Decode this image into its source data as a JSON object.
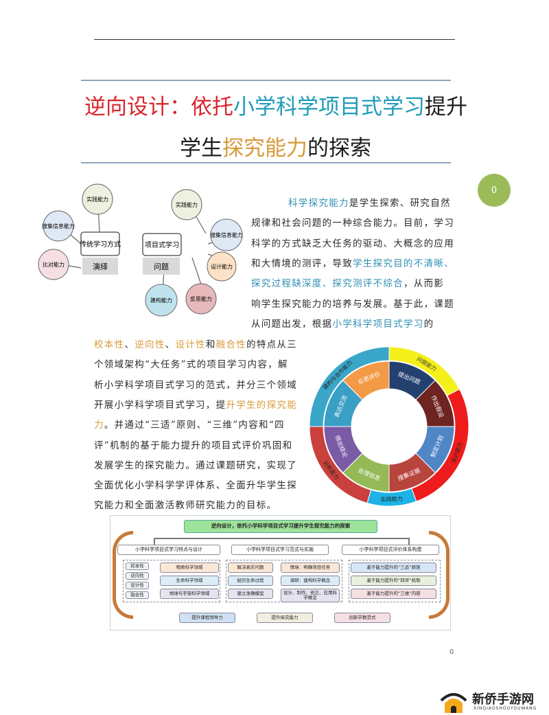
{
  "title": {
    "line1": [
      {
        "t": "逆向设计：依托",
        "c": "red"
      },
      {
        "t": "小学科学项目式学习",
        "c": "teal"
      },
      {
        "t": "提升",
        "c": ""
      }
    ],
    "line2": [
      {
        "t": "学生",
        "c": ""
      },
      {
        "t": "探究能力",
        "c": "orange"
      },
      {
        "t": "的探索",
        "c": ""
      }
    ]
  },
  "page_badge": "0",
  "page_number": "0",
  "body_right": [
    [
      {
        "t": "科学探究能力",
        "c": "blue"
      },
      {
        "t": "是学生探索、研究自然",
        "c": ""
      }
    ],
    [
      {
        "t": "规律和社会问题的一种综合能力。目前，学习",
        "c": ""
      }
    ],
    [
      {
        "t": "科学的方式缺乏大任务的驱动、大概念的应用",
        "c": ""
      }
    ],
    [
      {
        "t": "和大情境的测评，导致",
        "c": ""
      },
      {
        "t": "学生探究目的不清晰、",
        "c": "blue"
      }
    ],
    [
      {
        "t": "探究过程缺深度、探究测评不综合",
        "c": "blue"
      },
      {
        "t": "，从而影",
        "c": ""
      }
    ],
    [
      {
        "t": "响学生探究能力的培养与发展。基于此，课题",
        "c": ""
      }
    ],
    [
      {
        "t": "从问题出发，根据",
        "c": ""
      },
      {
        "t": "小学科学项目式学习",
        "c": "blue"
      },
      {
        "t": "的",
        "c": ""
      }
    ]
  ],
  "body_left": [
    [
      {
        "t": "校本性",
        "c": "orange"
      },
      {
        "t": "、",
        "c": ""
      },
      {
        "t": "逆向性",
        "c": "orange"
      },
      {
        "t": "、",
        "c": ""
      },
      {
        "t": "设计性",
        "c": "orange"
      },
      {
        "t": "和",
        "c": ""
      },
      {
        "t": "融合性",
        "c": "orange"
      },
      {
        "t": "的特点从三",
        "c": ""
      }
    ],
    [
      {
        "t": "个领域架构“大任务”式的项目学习内容，解",
        "c": ""
      }
    ],
    [
      {
        "t": "析小学科学项目式学习的范式，并分三个领域",
        "c": ""
      }
    ],
    [
      {
        "t": "开展小学科学项目式学习，提",
        "c": ""
      },
      {
        "t": "升学生的探究能",
        "c": "orange"
      }
    ],
    [
      {
        "t": "力",
        "c": "orange"
      },
      {
        "t": "。并通过“三适”原则、“三维”内容和“四",
        "c": ""
      }
    ],
    [
      {
        "t": "评”机制的基于能力提升的项目式评价巩固和",
        "c": ""
      }
    ],
    [
      {
        "t": "发展学生的探究能力。通过课题研究，实现了",
        "c": ""
      }
    ],
    [
      {
        "t": "全面优化小学科学学评体系、全面升华学生探",
        "c": ""
      }
    ],
    [
      {
        "t": "究能力和全面激活教师研究能力的目标。",
        "c": ""
      }
    ]
  ],
  "mindmap_traditional": {
    "center": "传统学习方式",
    "tag": "演绎",
    "nodes": [
      "实践能力",
      "搜集信息能力",
      "比对能力"
    ]
  },
  "mindmap_project": {
    "center": "项目式学习",
    "tag": "问题",
    "nodes": [
      "实践能力",
      "搜集信息能力",
      "设计能力",
      "反思能力",
      "建构能力"
    ]
  },
  "wheel": {
    "inner": [
      {
        "label": "提出问题",
        "color": "#23406e"
      },
      {
        "label": "作出假设",
        "color": "#6e2420"
      },
      {
        "label": "制定计划",
        "color": "#4f86c6"
      },
      {
        "label": "搜集证据",
        "color": "#b8443e"
      },
      {
        "label": "处理信息",
        "color": "#94b956"
      },
      {
        "label": "得出结论",
        "color": "#7b5aa6"
      },
      {
        "label": "表达交流",
        "color": "#3a9fc4"
      },
      {
        "label": "反思评价",
        "color": "#f39a47"
      }
    ],
    "outer": [
      {
        "label": "问题能力",
        "color": "#f5f01a",
        "span": [
          0,
          62
        ]
      },
      {
        "label": "设计能力",
        "color": "#ee1c1c",
        "span": [
          62,
          160
        ]
      },
      {
        "label": "实践能力",
        "color": "#1db3e6",
        "span": [
          160,
          196
        ]
      },
      {
        "label": "分析能力",
        "color": "#c9403c",
        "span": [
          196,
          270
        ]
      },
      {
        "label": "建构与合作能力",
        "color": "#3aa6c8",
        "span": [
          270,
          360
        ]
      }
    ]
  },
  "flowchart": {
    "title": "逆向设计，依托小学科学项目式学习提升学生探究能力的探索",
    "columns": [
      "小学科学项目式学习特点与设计",
      "小学科学项目式学习范式与实施",
      "小学科学项目式评价体系构建"
    ],
    "traits": [
      "校本性",
      "逆向性",
      "设计性",
      "融合性"
    ],
    "domains": [
      "物质科学领域",
      "生命科学领域",
      "地球与宇宙科学领域"
    ],
    "practices": [
      "解决真实问题",
      "经历生命过程",
      "建立准确模型"
    ],
    "steps": [
      "情境：明确项目任务",
      "调研：建构科学概念",
      "设计、制作、修正、应用科学概念"
    ],
    "evaluation": [
      "基于能力提升的“三适”原则",
      "基于能力提升的“四评”机制",
      "基于能力提升的“三维”内容"
    ],
    "outcomes": [
      "提升课程领导力",
      "提升探究能力",
      "创新学教范式"
    ]
  },
  "logo": {
    "name": "新侨手游网",
    "pinyin": "XINQIAOSHOUYOUWANG"
  }
}
